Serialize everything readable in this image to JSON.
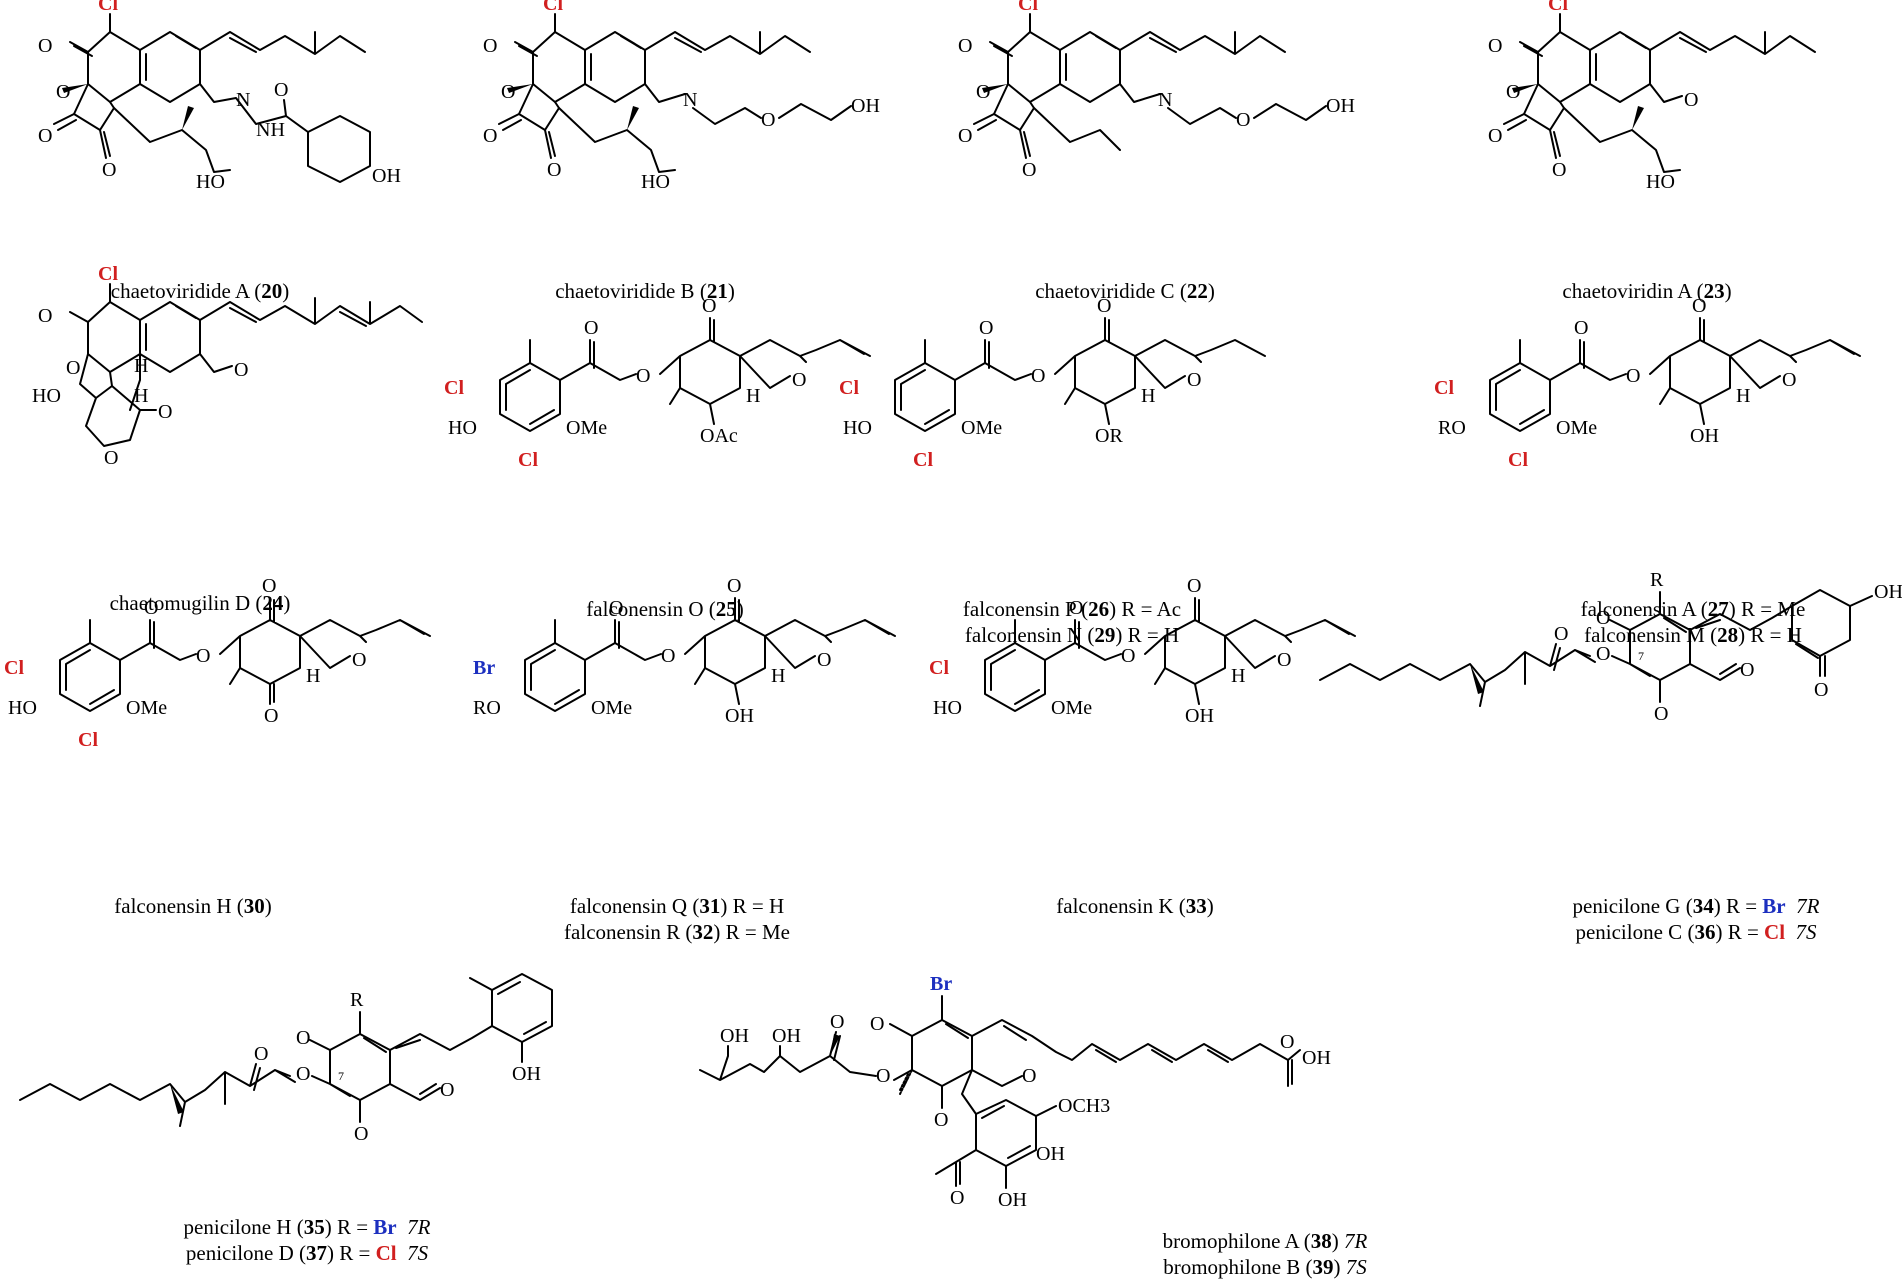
{
  "colors": {
    "chlorine": "#d11f1f",
    "bromine": "#1c2fbf",
    "bond": "#000000"
  },
  "atom_labels": {
    "cl": "Cl",
    "br": "Br",
    "o": "O",
    "n": "N",
    "h": "H",
    "r": "R",
    "oh": "OH",
    "ho": "HO",
    "ome": "OMe",
    "oac": "OAc",
    "or": "OR",
    "ro": "RO",
    "nh": "NH",
    "och3": "OCH3",
    "locant7": "7"
  },
  "compounds": [
    {
      "id": "20",
      "lines": [
        {
          "name": "chaetoviridide A",
          "num": "20",
          "r": "",
          "config": ""
        }
      ]
    },
    {
      "id": "21",
      "lines": [
        {
          "name": "chaetoviridide B",
          "num": "21",
          "r": "",
          "config": ""
        }
      ]
    },
    {
      "id": "22",
      "lines": [
        {
          "name": "chaetoviridide C",
          "num": "22",
          "r": "",
          "config": ""
        }
      ]
    },
    {
      "id": "23",
      "lines": [
        {
          "name": "chaetoviridin A",
          "num": "23",
          "r": "",
          "config": ""
        }
      ]
    },
    {
      "id": "24",
      "lines": [
        {
          "name": "chaetomugilin D",
          "num": "24",
          "r": "",
          "config": ""
        }
      ]
    },
    {
      "id": "25",
      "lines": [
        {
          "name": "falconensin O",
          "num": "25",
          "r": "",
          "config": ""
        }
      ]
    },
    {
      "id": "26-29",
      "lines": [
        {
          "name": "falconensin P",
          "num": "26",
          "r": "Ac",
          "config": ""
        },
        {
          "name": "falconensin N",
          "num": "29",
          "r": "H",
          "config": ""
        }
      ]
    },
    {
      "id": "27-28",
      "lines": [
        {
          "name": "falconensin A",
          "num": "27",
          "r": "Me",
          "config": ""
        },
        {
          "name": "falconensin M",
          "num": "28",
          "r": "H",
          "config": ""
        }
      ]
    },
    {
      "id": "30",
      "lines": [
        {
          "name": "falconensin H",
          "num": "30",
          "r": "",
          "config": ""
        }
      ]
    },
    {
      "id": "31-32",
      "lines": [
        {
          "name": "falconensin Q",
          "num": "31",
          "r": "H",
          "config": ""
        },
        {
          "name": "falconensin R",
          "num": "32",
          "r": "Me",
          "config": ""
        }
      ]
    },
    {
      "id": "33",
      "lines": [
        {
          "name": "falconensin K",
          "num": "33",
          "r": "",
          "config": ""
        }
      ]
    },
    {
      "id": "34-36",
      "lines": [
        {
          "name": "penicilone G",
          "num": "34",
          "r": "Br",
          "config": "7R"
        },
        {
          "name": "penicilone C",
          "num": "36",
          "r": "Cl",
          "config": "7S"
        }
      ]
    },
    {
      "id": "35-37",
      "lines": [
        {
          "name": "penicilone H",
          "num": "35",
          "r": "Br",
          "config": "7R"
        },
        {
          "name": "penicilone D",
          "num": "37",
          "r": "Cl",
          "config": "7S"
        }
      ]
    },
    {
      "id": "38-39",
      "lines": [
        {
          "name": "bromophilone A",
          "num": "38",
          "r": "",
          "config": "7R"
        },
        {
          "name": "bromophilone B",
          "num": "39",
          "r": "",
          "config": "7S"
        }
      ]
    }
  ]
}
